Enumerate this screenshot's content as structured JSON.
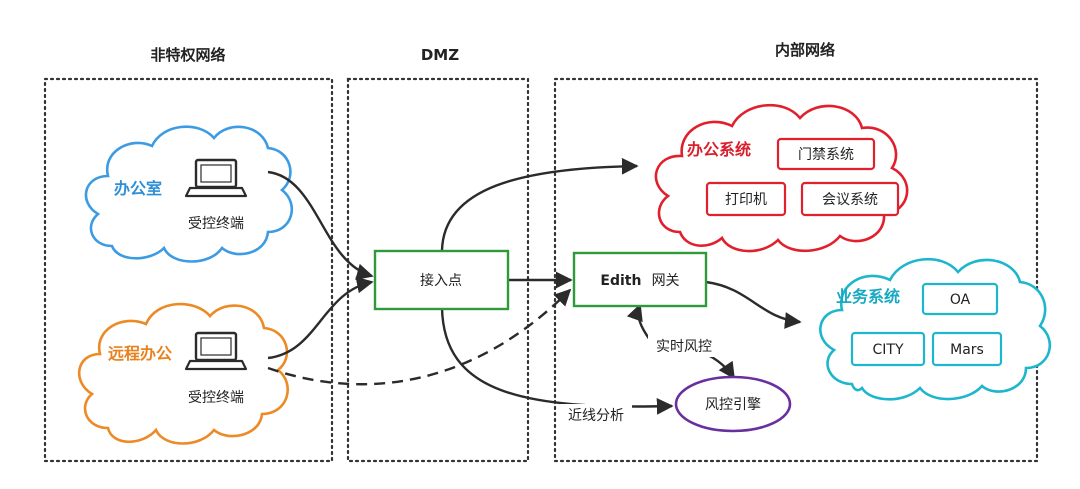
{
  "zones": [
    {
      "id": "unprivileged",
      "title": "非特权网络"
    },
    {
      "id": "dmz",
      "title": "DMZ"
    },
    {
      "id": "internal",
      "title": "内部网络"
    }
  ],
  "clouds": {
    "office": {
      "label": "办公室",
      "device_label": "受控终端",
      "color": "#3c9be3"
    },
    "remote": {
      "label": "远程办公",
      "device_label": "受控终端",
      "color": "#ec8a26"
    },
    "office_system": {
      "label": "办公系统",
      "color": "#e0202d",
      "items": [
        "门禁系统",
        "打印机",
        "会议系统"
      ]
    },
    "business_system": {
      "label": "业务系统",
      "color": "#1db6cc",
      "items": [
        "OA",
        "CITY",
        "Mars"
      ]
    }
  },
  "nodes": {
    "access_point": {
      "label": "接入点"
    },
    "gateway": {
      "label_bold": "Edith",
      "label_rest": "网关"
    },
    "risk_engine": {
      "label": "风控引擎"
    }
  },
  "edge_labels": {
    "realtime_risk": "实时风控",
    "nearline_analysis": "近线分析"
  },
  "colors": {
    "green": "#2e9a3a",
    "purple": "#6a2f9f",
    "line": "#2b2b2b"
  }
}
